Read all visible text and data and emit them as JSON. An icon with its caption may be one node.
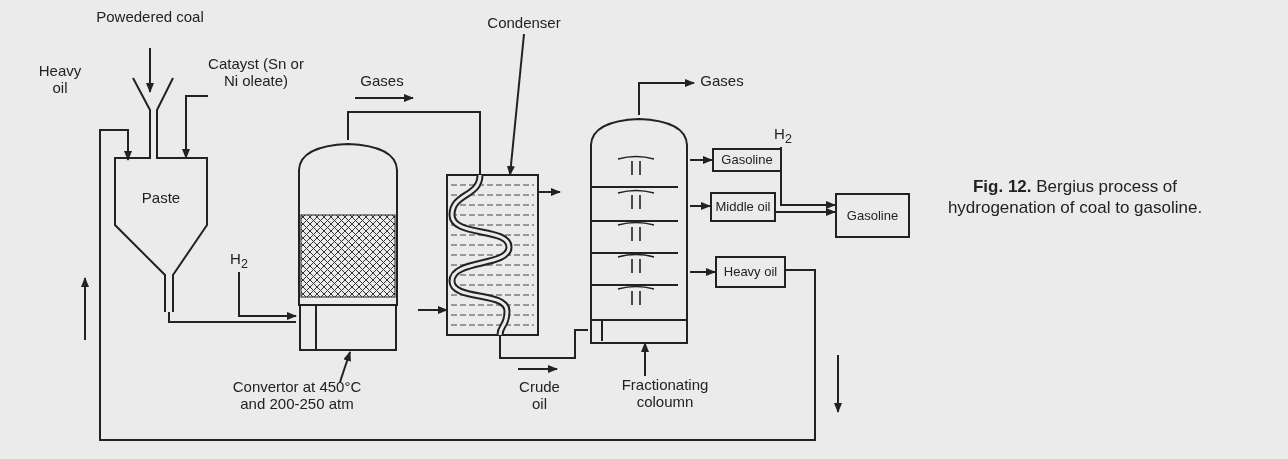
{
  "diagram": {
    "caption": "**Fig. 12.** Bergius process of hydrogenation of coal to gasoline.",
    "nodes": [
      {
        "text": [
          "Paste"
        ]
      },
      {
        "text": [],
        "shape": "cylinder"
      },
      {
        "text": [],
        "shape": "box"
      },
      {
        "text": [],
        "shape": "cylinder"
      },
      {
        "text": [
          "Gasoline"
        ]
      },
      {
        "text": [
          "Middle oil"
        ]
      },
      {
        "text": [
          "Heavy oil"
        ]
      },
      {
        "text": [
          "Gasoline"
        ]
      },
      {
        "text": [
          "Powedered coal"
        ]
      },
      {
        "text": [
          "Catayst (Sn or Ni oleate)"
        ]
      },
      {
        "text": [
          "H$_{2}$"
        ]
      },
      {
        "text": [
          "Condenser"
        ]
      },
      {
        "text": [
          "Gases"
        ]
      },
      {
        "text": [
          "H$_{2}$"
        ]
      },
      {
        "text": [
          "Convertor at 450°C and 200-250 atm"
        ]
      },
      {
        "text": [
          "Fractionating coloumn"
        ]
      }
    ],
    "edges": [
      {
        "from": 8,
        "to": 0,
        "arrow": "to"
      },
      {
        "from": 9,
        "to": 0,
        "arrow": "to"
      },
      {
        "from": 6,
        "to": 0,
        "arrow": "to",
        "label": "Heavy oil"
      },
      {
        "from": 0,
        "to": 1,
        "arrow": "none"
      },
      {
        "from": 10,
        "to": 1,
        "arrow": "to"
      },
      {
        "from": 1,
        "to": 2,
        "arrow": "none",
        "label": "Gases"
      },
      {
        "from": 2,
        "to": 3,
        "arrow": "none",
        "label": "Crude oil"
      },
      {
        "from": 3,
        "to": 12,
        "arrow": "to"
      },
      {
        "from": 3,
        "to": 4,
        "arrow": "to"
      },
      {
        "from": 3,
        "to": 5,
        "arrow": "to"
      },
      {
        "from": 3,
        "to": 6,
        "arrow": "to"
      },
      {
        "from": 5,
        "to": 7,
        "arrow": "to"
      },
      {
        "from": 13,
        "to": 7,
        "arrow": "to"
      },
      {
        "from": 11,
        "to": 2,
        "arrow": "to"
      },
      {
        "from": 14,
        "to": 1,
        "arrow": "to"
      },
      {
        "from": 15,
        "to": 3,
        "arrow": "to"
      },
      {
        "from": null,
        "to": 2,
        "arrow": "to"
      },
      {
        "from": 2,
        "to": null,
        "arrow": "to"
      }
    ]
  }
}
